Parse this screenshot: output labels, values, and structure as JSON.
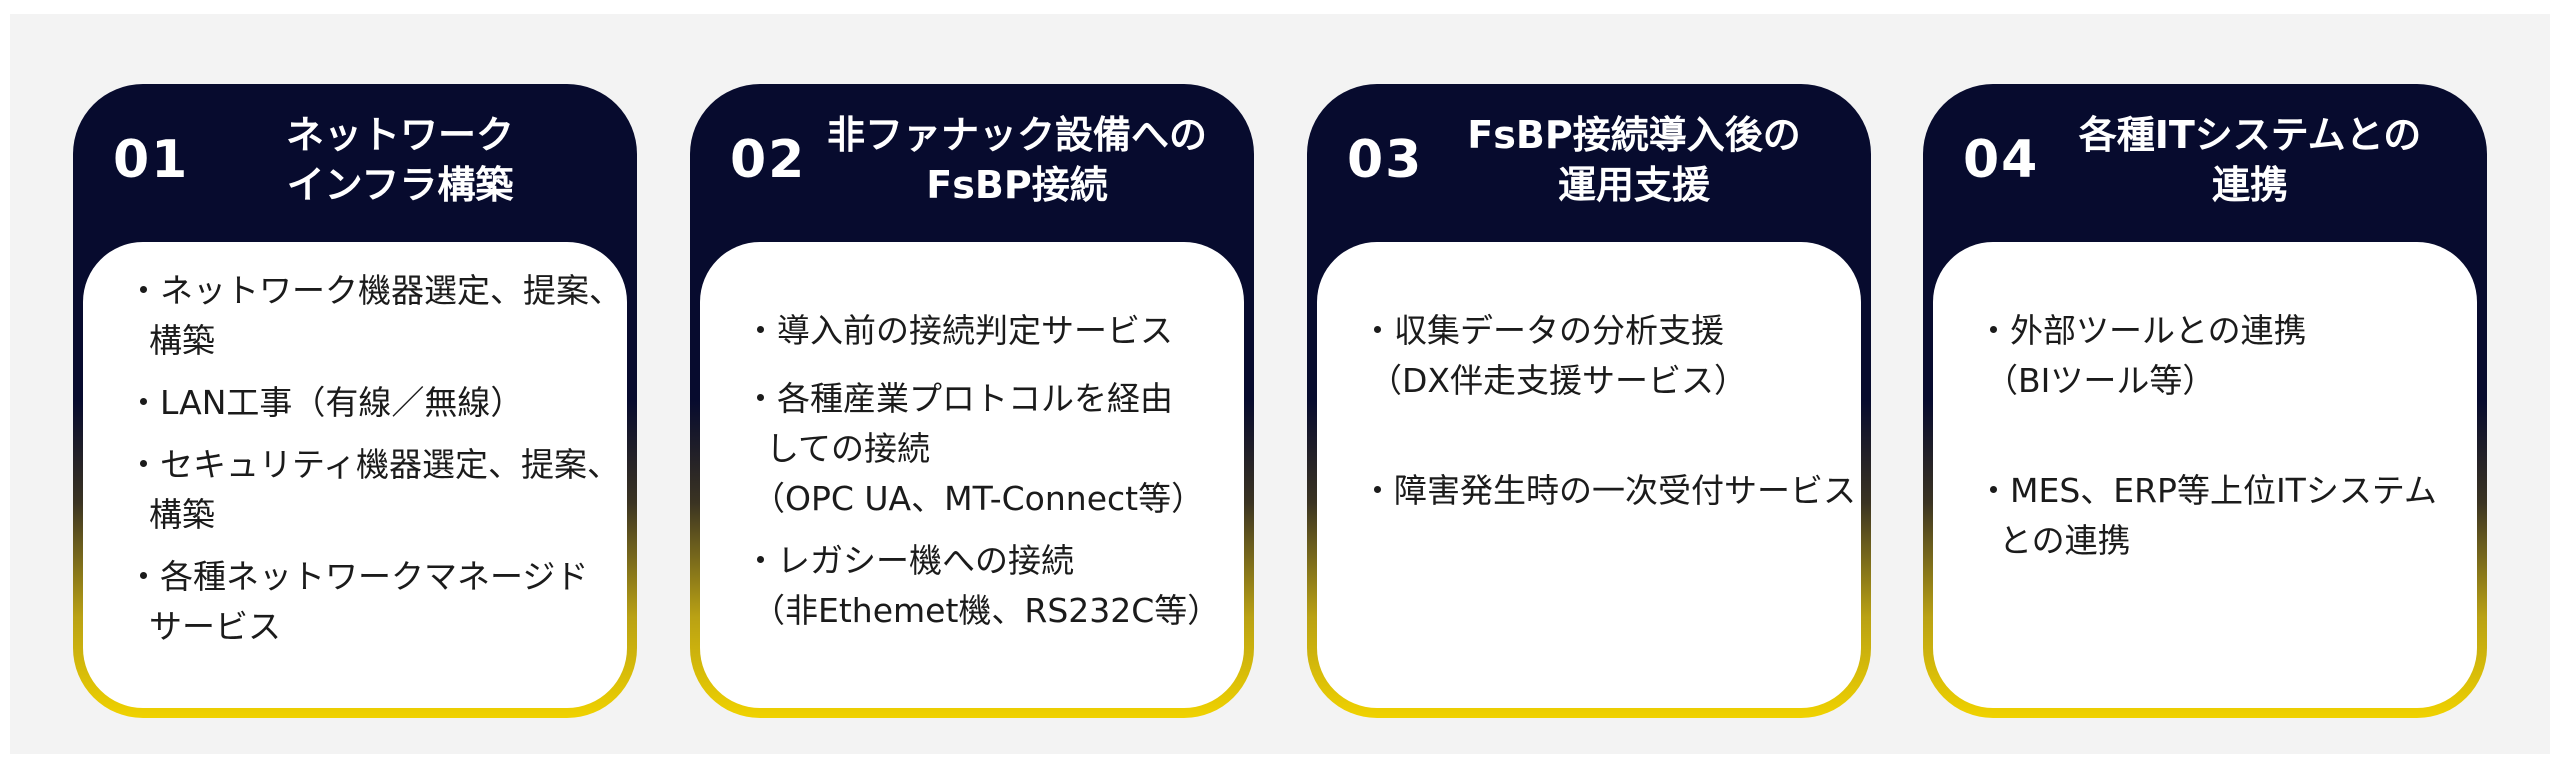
{
  "cards": [
    {
      "number": "01",
      "title": [
        "ネットワーク",
        "インフラ構築"
      ],
      "items": [
        [
          "・ネットワーク機器選定、提案、",
          "構築"
        ],
        [
          "・LAN工事（有線／無線）"
        ],
        [
          "・セキュリティ機器選定、提案、",
          "構築"
        ],
        [
          "・各種ネットワークマネージド",
          "サービス"
        ]
      ]
    },
    {
      "number": "02",
      "title": [
        "非ファナック設備への",
        "FsBP接続"
      ],
      "items": [
        [
          "・導入前の接続判定サービス"
        ],
        [
          "・各種産業プロトコルを経由",
          "しての接続",
          "（OPC UA、MT-Connect等）"
        ],
        [
          "・レガシー機への接続",
          "（非Ethemet機、RS232C等）"
        ]
      ]
    },
    {
      "number": "03",
      "title": [
        "FsBP接続導入後の",
        "運用支援"
      ],
      "items": [
        [
          "・収集データの分析支援",
          "（DX伴走支援サービス）"
        ],
        [
          "・障害発生時の一次受付サービス"
        ]
      ]
    },
    {
      "number": "04",
      "title": [
        "各種ITシステムとの",
        "連携"
      ],
      "items": [
        [
          "・外部ツールとの連携",
          "（BIツール等）"
        ],
        [
          "・MES、ERP等上位ITシステム",
          "との連携"
        ]
      ]
    }
  ],
  "colors": {
    "navy": "#070b2e",
    "yellow": "#f0d200",
    "panel": "#f3f3f3"
  }
}
